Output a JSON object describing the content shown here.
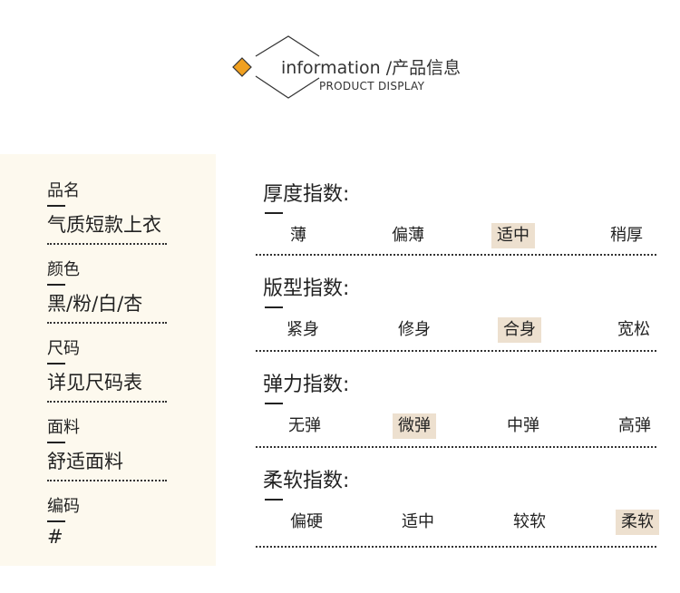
{
  "header": {
    "title": "information /产品信息",
    "subtitle": "PRODUCT DISPLAY",
    "accent_color": "#f0a020"
  },
  "info": [
    {
      "label": "品名",
      "value": "气质短款上衣"
    },
    {
      "label": "颜色",
      "value": "黑/粉/白/杏"
    },
    {
      "label": "尺码",
      "value": "详见尺码表"
    },
    {
      "label": "面料",
      "value": "舒适面料"
    },
    {
      "label": "编码",
      "value": "#"
    }
  ],
  "indices": [
    {
      "title": "厚度指数:",
      "options": [
        "薄",
        "偏薄",
        "适中",
        "稍厚"
      ],
      "selected": "适中"
    },
    {
      "title": "版型指数:",
      "options": [
        "紧身",
        "修身",
        "合身",
        "宽松"
      ],
      "selected": "合身"
    },
    {
      "title": "弹力指数:",
      "options": [
        "无弹",
        "微弹",
        "中弹",
        "高弹"
      ],
      "selected": "微弹"
    },
    {
      "title": "柔软指数:",
      "options": [
        "偏硬",
        "适中",
        "较软",
        "柔软"
      ],
      "selected": "柔软"
    }
  ],
  "colors": {
    "panel_bg": "#fdf9ee",
    "selected_bg": "#ede0cf"
  }
}
